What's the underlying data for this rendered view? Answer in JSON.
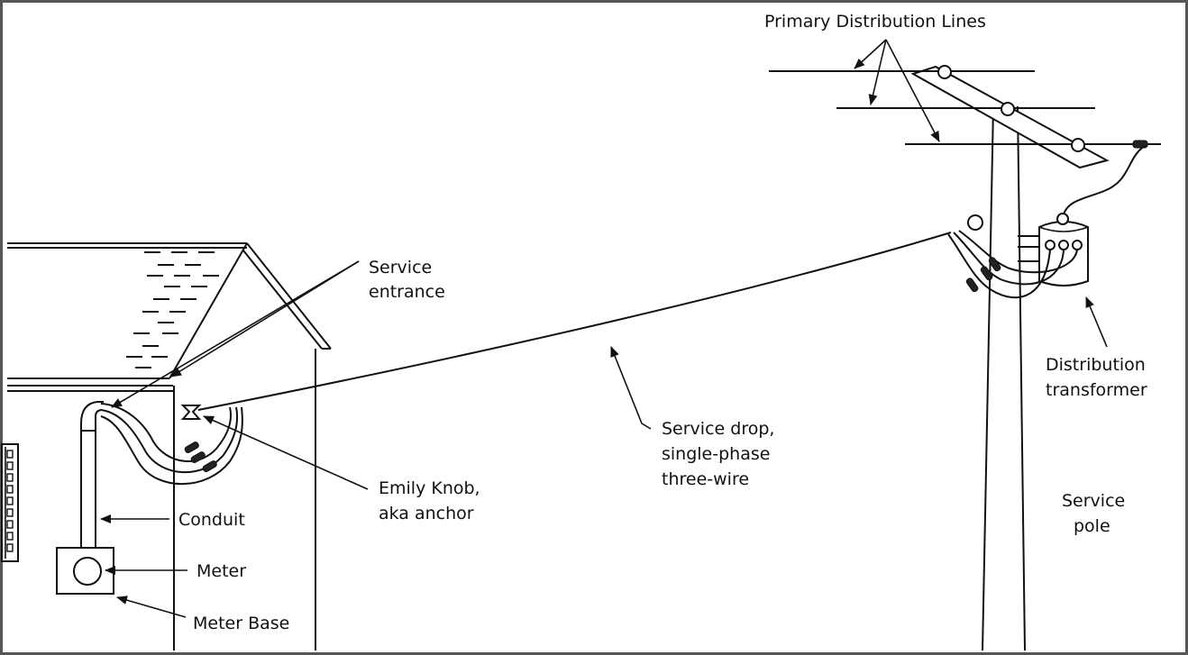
{
  "labels": {
    "primary_lines": "Primary Distribution Lines",
    "service_entrance_1": "Service",
    "service_entrance_2": "entrance",
    "service_drop_1": "Service drop,",
    "service_drop_2": "single-phase",
    "service_drop_3": "three-wire",
    "distribution_transformer_1": "Distribution",
    "distribution_transformer_2": "transformer",
    "service_pole_1": "Service",
    "service_pole_2": "pole",
    "emily_knob_1": "Emily Knob,",
    "emily_knob_2": "aka anchor",
    "conduit": "Conduit",
    "meter": "Meter",
    "meter_base": "Meter Base"
  },
  "colors": {
    "line": "#111111",
    "background": "#ffffff",
    "frame": "#555555"
  }
}
